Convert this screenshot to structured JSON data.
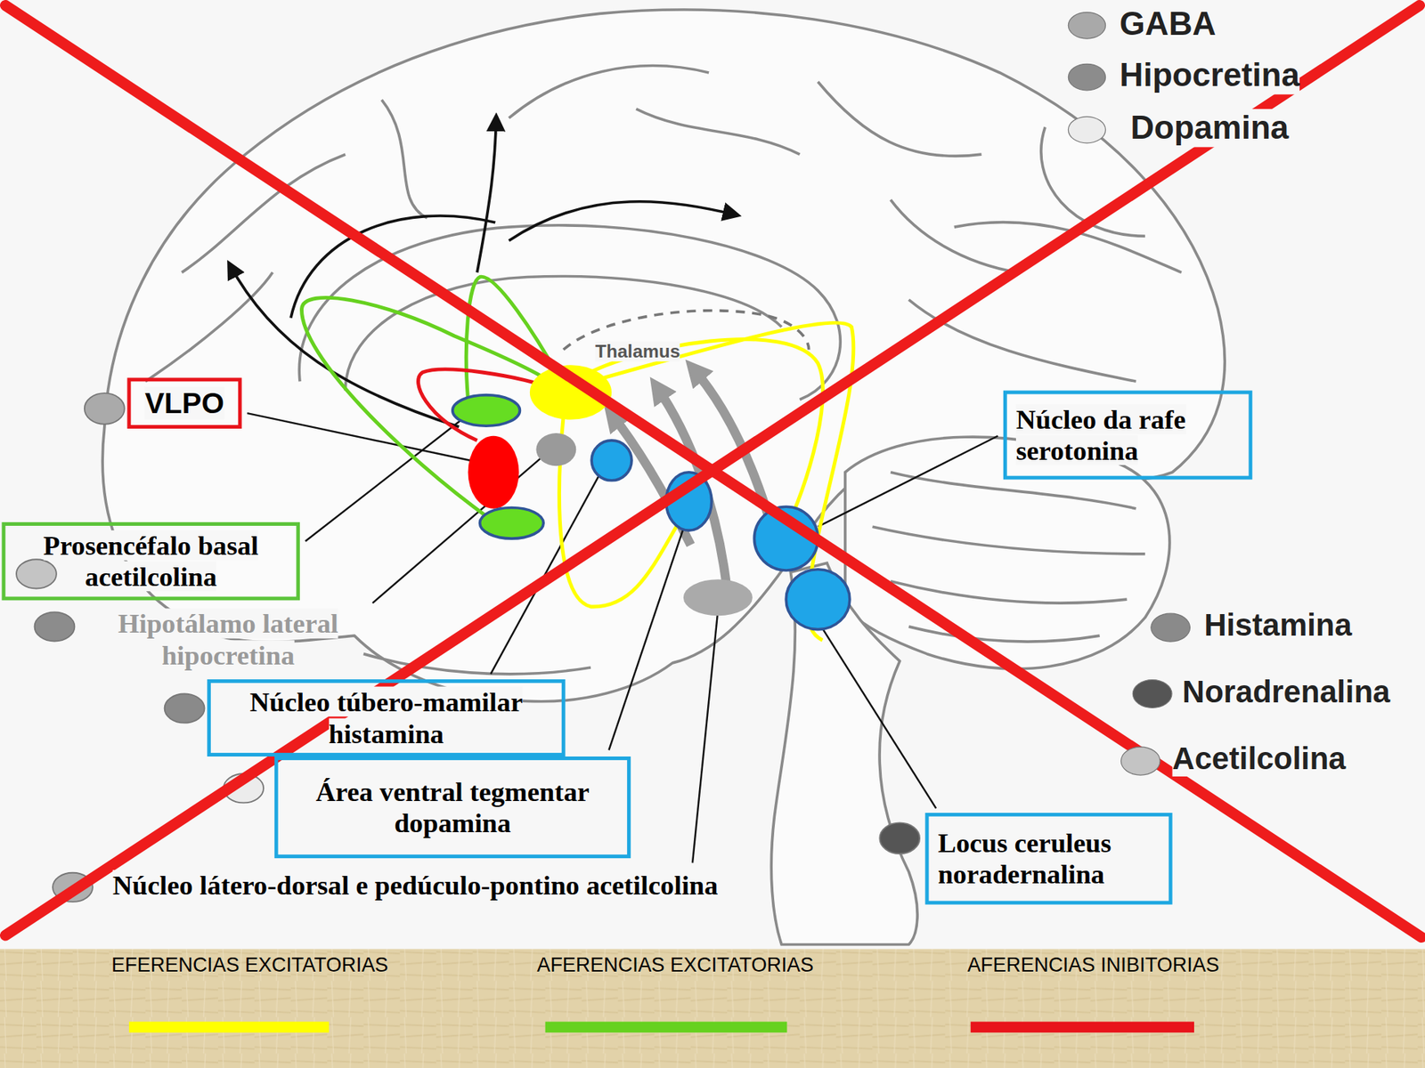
{
  "diagram": {
    "nodes": [
      {
        "text": [
          "VLPO"
        ]
      },
      {
        "text": [
          "Núcleo da rafe serotonina"
        ]
      },
      {
        "text": [
          "Prosencéfalo basal acetilcolina"
        ]
      },
      {
        "text": [
          "Núcleo túbero-mamilar histamina"
        ]
      },
      {
        "text": [
          "Área ventral tegmentar dopamina"
        ]
      },
      {
        "text": [
          "Locus ceruleus noradernalina"
        ]
      }
    ],
    "labels": [
      "Thalamus",
      "Hipotálamo lateral hipocretina",
      "Núcleo látero-dorsal e pedúculo-pontino acetilcolina"
    ],
    "legend": [
      {
        "text": "GABA",
        "color": "#a9a9a9"
      },
      {
        "text": "Hipocretina",
        "color": "#8c8c8c"
      },
      {
        "text": "Dopamina",
        "color": "#ececec"
      },
      {
        "text": "Histamina",
        "color": "#8a8a8a"
      },
      {
        "text": "Noradrenalina",
        "color": "#555555"
      },
      {
        "text": "Acetilcolina",
        "color": "#c4c4c4"
      },
      {
        "text": "EFERENCIAS EXCITATORIAS",
        "color": "#ffff00"
      },
      {
        "text": "AFERENCIAS EXCITATORIAS",
        "color": "#66d11f"
      },
      {
        "text": "AFERENCIAS INIBITORIAS",
        "color": "#e8141b"
      }
    ]
  }
}
